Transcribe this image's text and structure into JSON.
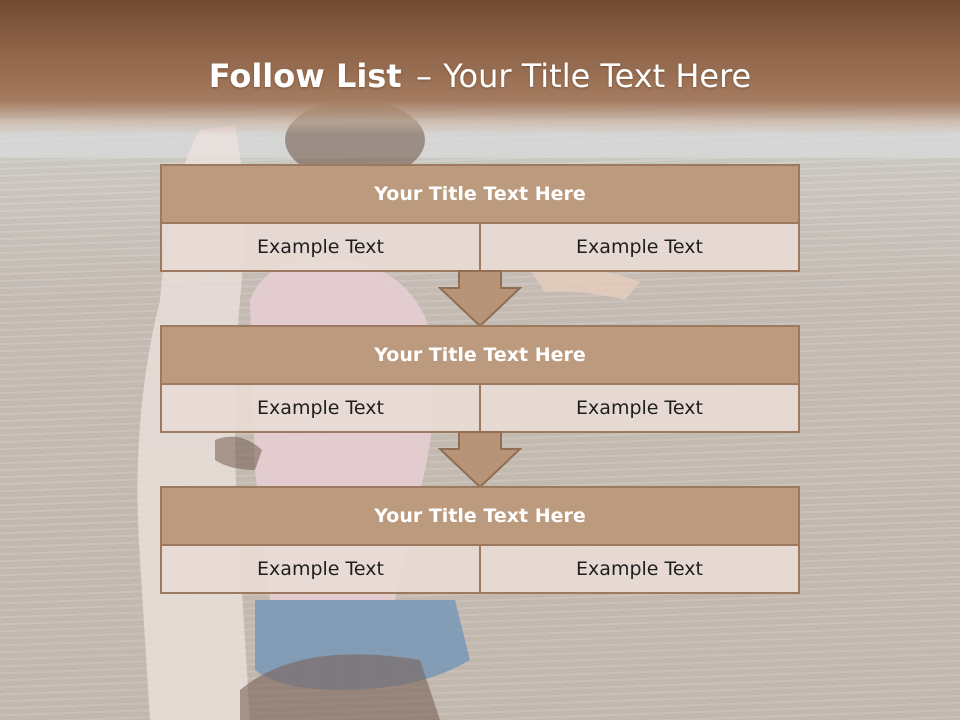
{
  "slide": {
    "title_bold": "Follow List",
    "title_separator": "–",
    "title_rest": "Your Title Text Here"
  },
  "steps": [
    {
      "title": "Your Title Text Here",
      "cells": [
        "Example Text",
        "Example Text"
      ]
    },
    {
      "title": "Your Title Text Here",
      "cells": [
        "Example Text",
        "Example Text"
      ]
    },
    {
      "title": "Your Title Text Here",
      "cells": [
        "Example Text",
        "Example Text"
      ]
    }
  ],
  "colors": {
    "header_band": "#8f6448",
    "box_title_fill": "#bc9a7e",
    "box_border": "#9b7a5f",
    "cell_fill": "#e8dad4",
    "arrow_fill": "#b79478"
  }
}
